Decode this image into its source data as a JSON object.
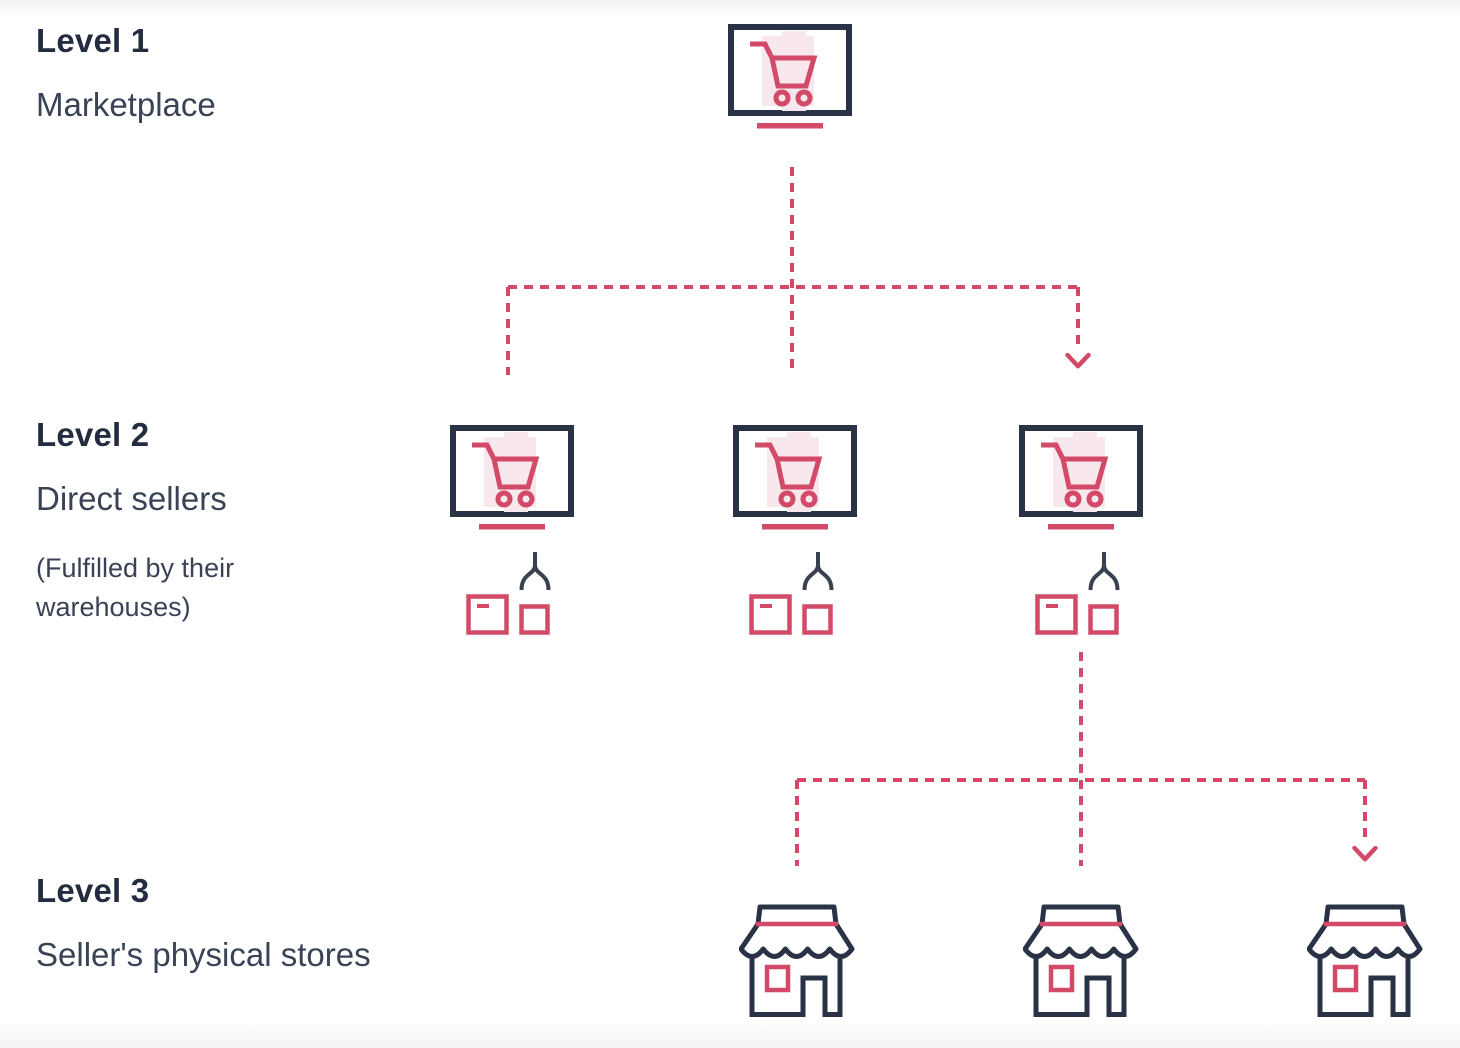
{
  "palette": {
    "crimson": "#d24a68",
    "crimson_light": "#f8e7ec",
    "navy": "#2a3246",
    "slate": "#39404f",
    "text_bold": "#242c40",
    "text_regular": "#3a4255"
  },
  "diagram": {
    "levels": [
      {
        "title": "Level 1",
        "subtitle": "Marketplace",
        "note": "",
        "nodes": [
          {
            "icon": "monitor-cart-icon"
          }
        ]
      },
      {
        "title": "Level 2",
        "subtitle": "Direct sellers",
        "note": "(Fulfilled by their warehouses)",
        "nodes": [
          {
            "icon": "monitor-cart-icon",
            "sub_icons": [
              "picker-claw-icon",
              "warehouse-boxes-icon"
            ]
          },
          {
            "icon": "monitor-cart-icon",
            "sub_icons": [
              "picker-claw-icon",
              "warehouse-boxes-icon"
            ]
          },
          {
            "icon": "monitor-cart-icon",
            "sub_icons": [
              "picker-claw-icon",
              "warehouse-boxes-icon"
            ]
          }
        ]
      },
      {
        "title": "Level 3",
        "subtitle": "Seller's physical stores",
        "note": "",
        "nodes": [
          {
            "icon": "store-icon"
          },
          {
            "icon": "store-icon"
          },
          {
            "icon": "store-icon"
          }
        ]
      }
    ],
    "connectors": [
      {
        "name": "level1-to-level2",
        "style": "dashed",
        "color": "crimson",
        "arrowhead_on": "right-branch"
      },
      {
        "name": "level2-third-node-to-level3",
        "style": "dashed",
        "color": "crimson",
        "arrowhead_on": "right-branch"
      }
    ],
    "icon_glossary": {
      "monitor-cart-icon": "online storefront monitor with shopping cart",
      "picker-claw-icon": "fulfillment picker claw",
      "warehouse-boxes-icon": "warehouse parcel boxes",
      "store-icon": "physical store with awning",
      "arrow-down-icon": "dashed-flow chevron arrowhead"
    }
  }
}
